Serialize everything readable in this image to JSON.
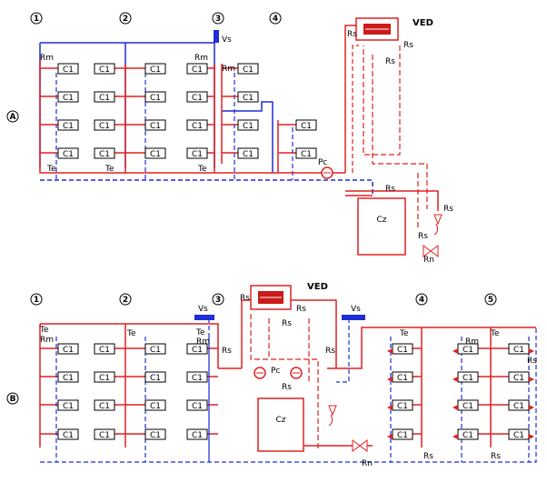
{
  "colors": {
    "supply": "#e02020",
    "return": "#1e2ed6",
    "ink": "#000000",
    "boiler_fill": "#cc1a1a"
  },
  "section_a": {
    "label": "A",
    "columns": [
      "1",
      "2",
      "3",
      "4"
    ],
    "radiator": "C1",
    "ved": "VED",
    "cz": "Cz",
    "pc": "Pc",
    "vs": "Vs",
    "te": "Te",
    "rm": "Rm",
    "rs": "Rs",
    "rn": "Rn"
  },
  "section_b": {
    "label": "B",
    "columns": [
      "1",
      "2",
      "3",
      "4",
      "5"
    ],
    "radiator": "C1",
    "ved": "VED",
    "cz": "Cz",
    "pc": "Pc",
    "vs": "Vs",
    "te": "Te",
    "rm": "Rm",
    "rs": "Rs",
    "rn": "Rn"
  }
}
